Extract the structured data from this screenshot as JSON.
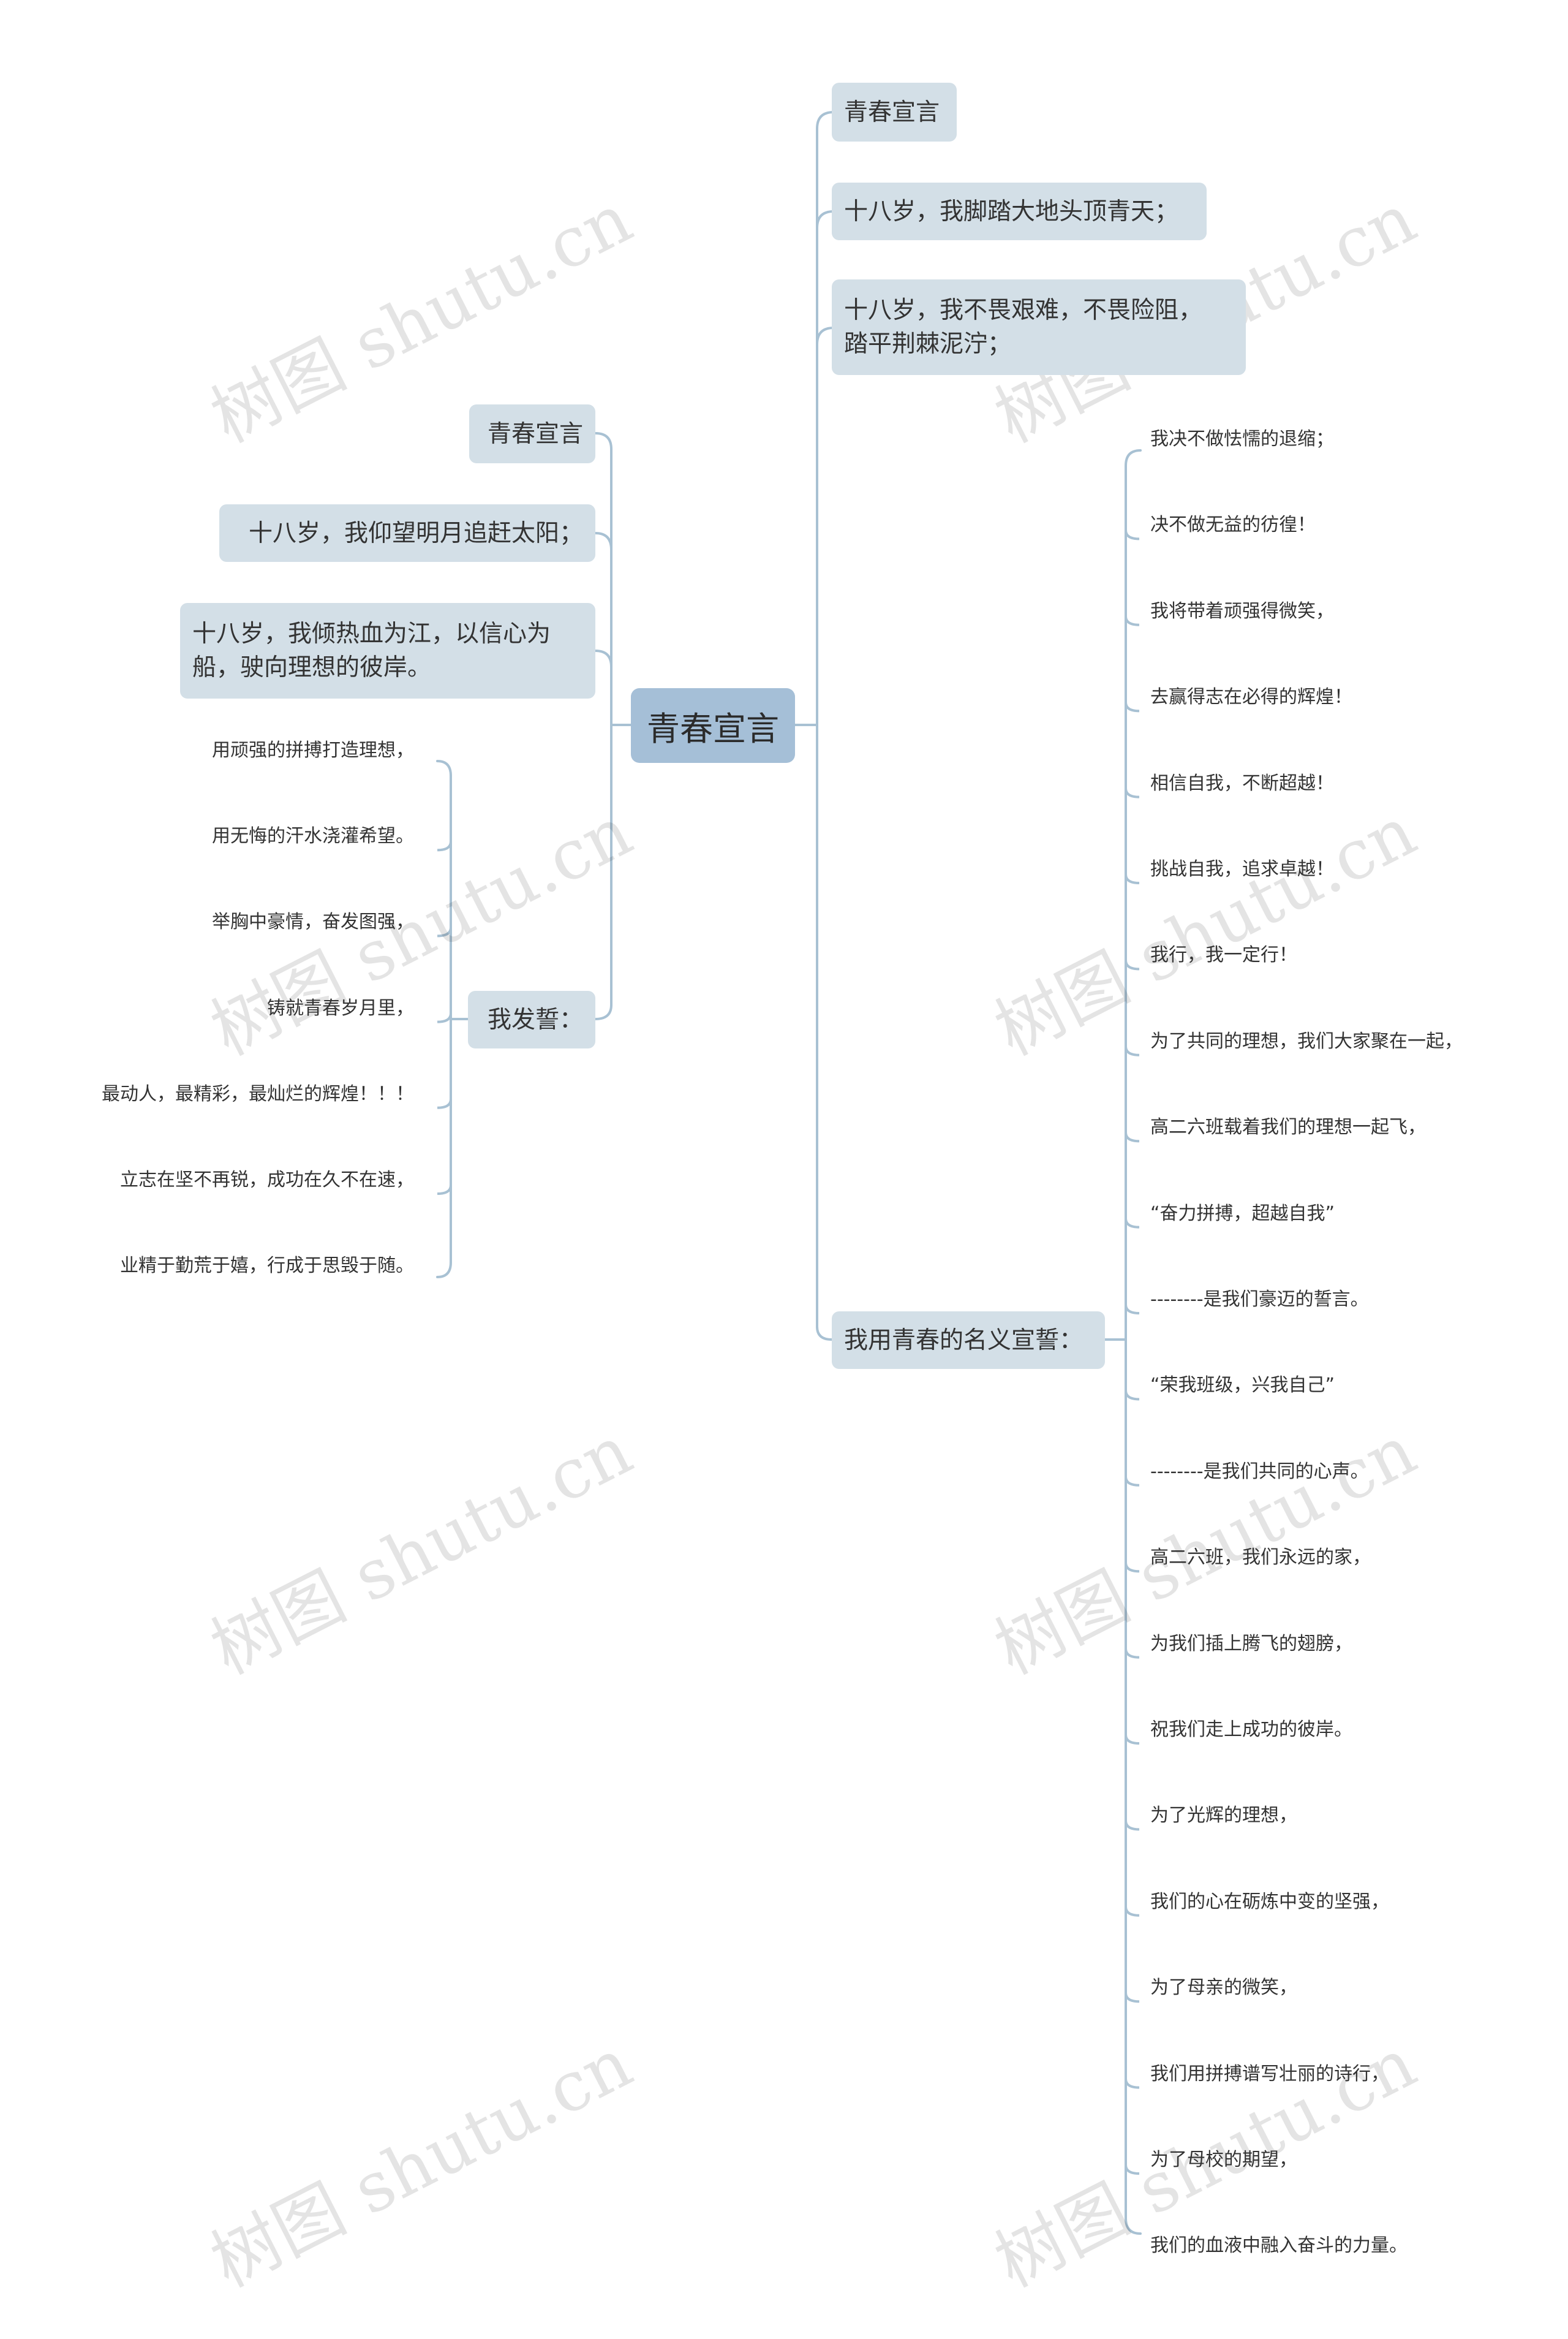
{
  "center": "青春宣言",
  "right": {
    "items": [
      "青春宣言",
      "十八岁，我脚踏大地头顶青天；",
      "十八岁，我不畏艰难，不畏险阻，\n踏平荆棘泥泞；"
    ],
    "pledge": {
      "label": "我用青春的名义宣誓：",
      "leaves": [
        "我决不做怯懦的退缩；",
        "决不做无益的彷徨！",
        "我将带着顽强得微笑，",
        "去赢得志在必得的辉煌！",
        "相信自我，不断超越！",
        "挑战自我，追求卓越！",
        "我行，我一定行！",
        "为了共同的理想，我们大家聚在一起，",
        "高二六班载着我们的理想一起飞，",
        "“奋力拼搏，超越自我”",
        "--------是我们豪迈的誓言。",
        "“荣我班级，兴我自己”",
        "--------是我们共同的心声。",
        "高二六班，我们永远的家，",
        "为我们插上腾飞的翅膀，",
        "祝我们走上成功的彼岸。",
        "为了光辉的理想，",
        "我们的心在砺炼中变的坚强，",
        "为了母亲的微笑，",
        "我们用拼搏谱写壮丽的诗行，",
        "为了母校的期望，",
        "我们的血液中融入奋斗的力量。"
      ]
    }
  },
  "left": {
    "items": [
      "青春宣言",
      "十八岁，我仰望明月追赶太阳；",
      "十八岁，我倾热血为江，以信心为\n船，驶向理想的彼岸。"
    ],
    "vow": {
      "label": "我发誓：",
      "leaves": [
        "用顽强的拼搏打造理想，",
        "用无悔的汗水浇灌希望。",
        "举胸中豪情，奋发图强，",
        "铸就青春岁月里，",
        "最动人，最精彩，最灿烂的辉煌！！！",
        "立志在坚不再锐，成功在久不在速，",
        "业精于勤荒于嬉，行成于思毁于随。"
      ]
    }
  },
  "watermark": "树图 shutu.cn",
  "colors": {
    "line": "#a8c1d3",
    "node": "#d3dfe7",
    "center": "#a5bfd7"
  }
}
